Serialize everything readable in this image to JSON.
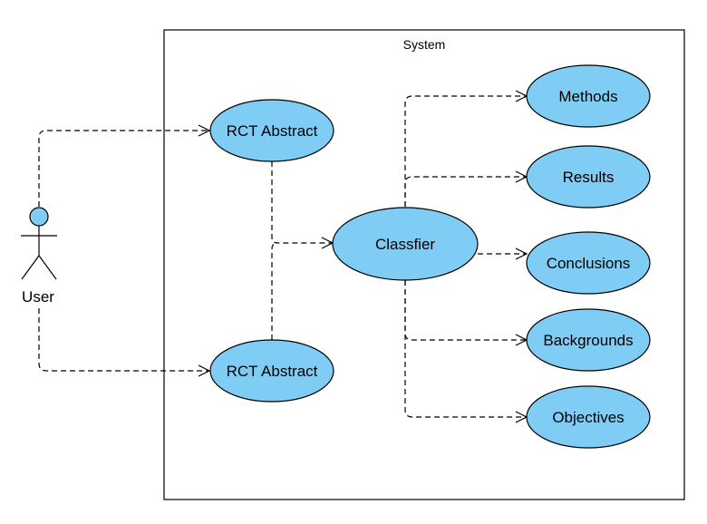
{
  "system": {
    "label": "System"
  },
  "actor": {
    "label": "User"
  },
  "use_cases": {
    "abstract_top": "RCT Abstract",
    "abstract_bottom": "RCT Abstract",
    "classifier": "Classfier",
    "methods": "Methods",
    "results": "Results",
    "conclusions": "Conclusions",
    "backgrounds": "Backgrounds",
    "objectives": "Objectives"
  },
  "colors": {
    "usecase_fill": "#7fcdf5",
    "stroke": "#000000",
    "background": "#ffffff"
  }
}
